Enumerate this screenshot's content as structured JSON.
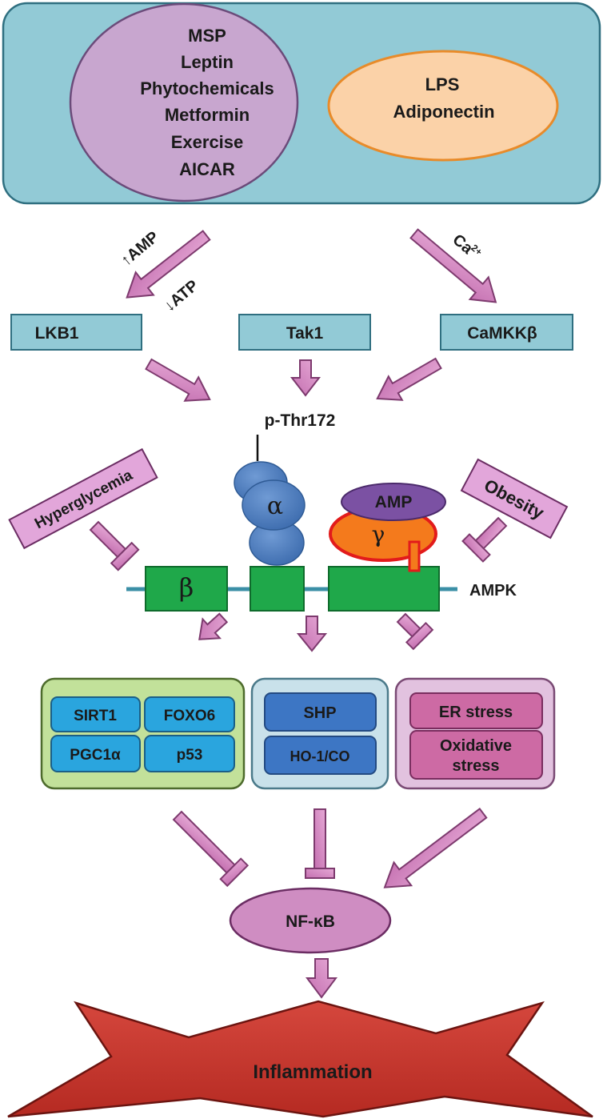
{
  "colors": {
    "top_panel_fill": "#92cad6",
    "activator_ellipse_fill": "#c8a6cf",
    "secondary_ellipse_fill": "#fbd2a8",
    "secondary_ellipse_stroke": "#e88b2a",
    "kinase_box_fill": "#92cad6",
    "arrow_fill": "#d78cc4",
    "arrow_stroke": "#7d3a6e",
    "subunit_green": "#1fa84a",
    "alpha_blue": "#4f7fc2",
    "gamma_orange": "#f47a1c",
    "gamma_stroke": "#e21b1b",
    "amp_purple": "#7b51a3",
    "panel_green": "#c2e19a",
    "panel_blue": "#c9e1ea",
    "panel_pink": "#e2c2df",
    "tile_blue": "#2aa5de",
    "tile_darkblue": "#3d76c4",
    "tile_pink": "#cd6aa4",
    "nfkb_fill": "#cf8dc2",
    "inflammation_fill": "#c8352c"
  },
  "activators": {
    "group1": [
      "MSP",
      "Leptin",
      "Phytochemicals",
      "Metformin",
      "Exercise",
      "AICAR"
    ],
    "group2": [
      "LPS",
      "Adiponectin"
    ]
  },
  "signals": {
    "amp": "↑AMP",
    "atp": "↓ATP",
    "calcium": "Ca",
    "calcium_sup": "2+"
  },
  "kinases": {
    "lkb1": "LKB1",
    "tak1": "Tak1",
    "camkk": "CaMKKβ"
  },
  "phospho_site": "p-Thr172",
  "ampk": {
    "label": "AMPK",
    "alpha": "α",
    "beta": "β",
    "gamma": "γ",
    "amp": "AMP"
  },
  "inhibitors": {
    "hyperglycemia": "Hyperglycemia",
    "obesity": "Obesity"
  },
  "targets": {
    "green_panel": [
      "SIRT1",
      "FOXO6",
      "PGC1α",
      "p53"
    ],
    "blue_panel": [
      "SHP",
      "HO-1/CO"
    ],
    "pink_panel": [
      "ER stress",
      "Oxidative",
      "stress"
    ]
  },
  "nfkb": "NF-κB",
  "outcome": "Inflammation"
}
